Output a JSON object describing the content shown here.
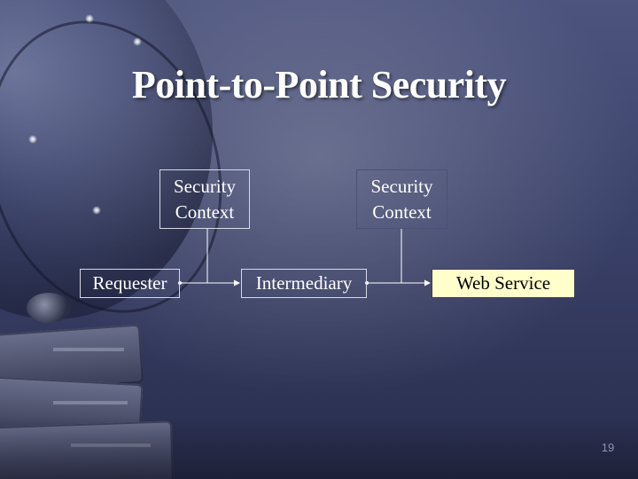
{
  "slide": {
    "title": "Point-to-Point Security",
    "page_number": "19"
  },
  "diagram": {
    "security_context_left": {
      "line1": "Security",
      "line2": "Context"
    },
    "security_context_right": {
      "line1": "Security",
      "line2": "Context"
    },
    "nodes": {
      "requester": "Requester",
      "intermediary": "Intermediary",
      "web_service": "Web Service"
    },
    "colors": {
      "web_service_fill": "#ffffcc",
      "text": "#ffffff",
      "connector": "#ffffff"
    }
  },
  "decorations": {
    "background_image": "globe-and-books",
    "icons": [
      "globe-icon",
      "books-icon"
    ]
  }
}
